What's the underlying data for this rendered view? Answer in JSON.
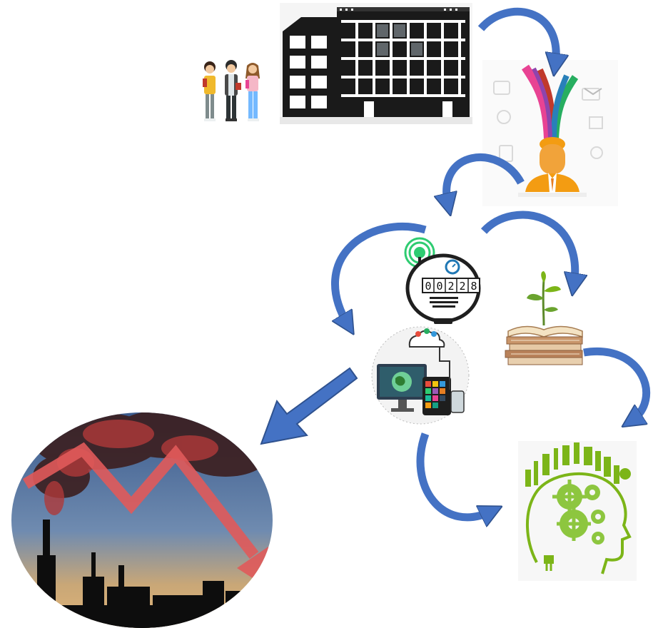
{
  "diagram": {
    "nodes": [
      {
        "id": "students",
        "icon": "students-icon"
      },
      {
        "id": "school-building",
        "icon": "school-building-icon"
      },
      {
        "id": "knowledge-input",
        "icon": "knowledge-head-icon"
      },
      {
        "id": "smart-meter",
        "icon": "smart-meter-icon"
      },
      {
        "id": "learning-books",
        "icon": "books-plant-icon"
      },
      {
        "id": "digital-devices",
        "icon": "computer-devices-icon"
      },
      {
        "id": "green-mind",
        "icon": "green-gears-head-icon"
      },
      {
        "id": "emissions-decline",
        "icon": "factory-smoke-decline-icon"
      }
    ],
    "meter": {
      "digits": [
        "0",
        "0",
        "2",
        "2",
        "8"
      ]
    },
    "colors": {
      "arrow": "#4472C4",
      "arrow_outline": "#2F528F",
      "building": "#1a1a1a",
      "green": "#7CB518",
      "decline_arrow": "#E05A5A"
    }
  }
}
